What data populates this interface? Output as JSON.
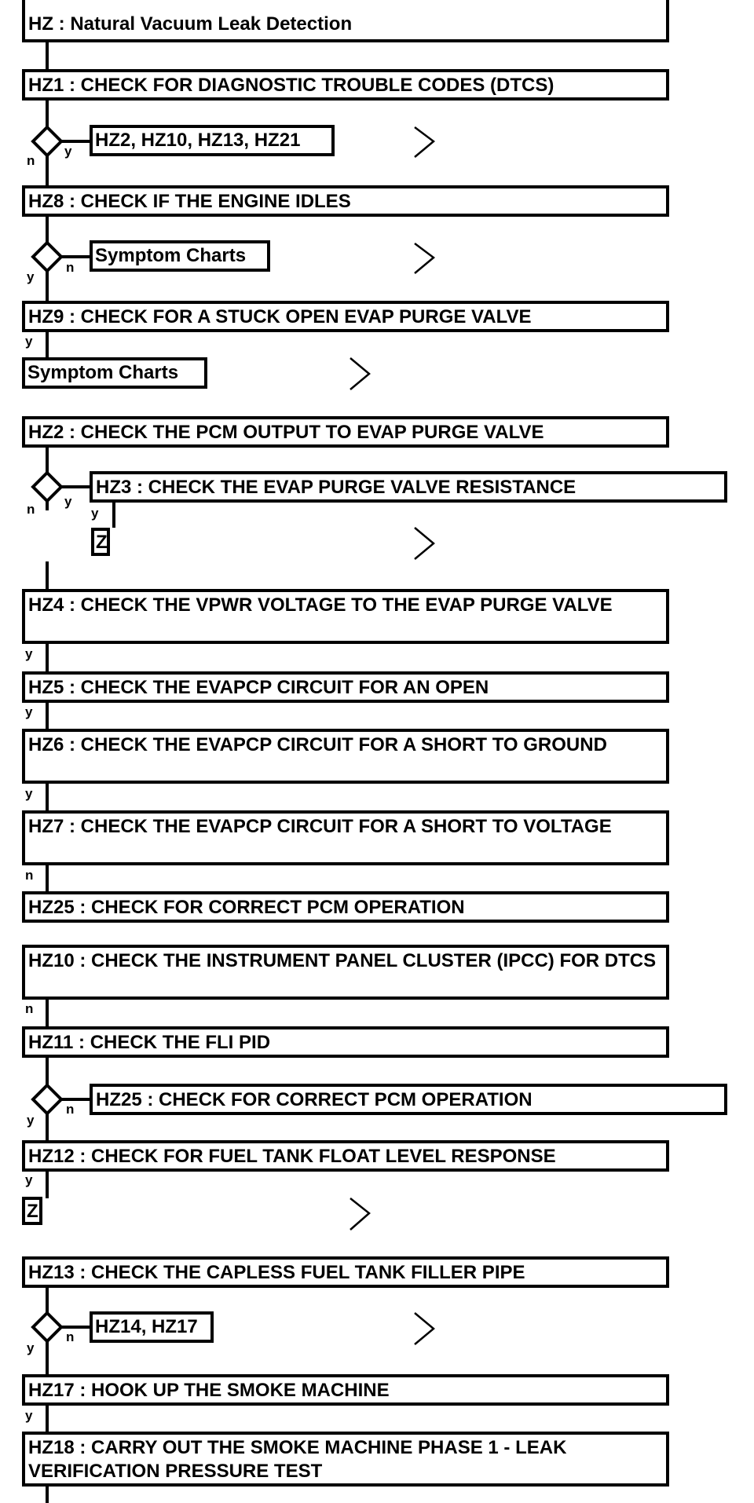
{
  "colors": {
    "line": "#000000",
    "background": "#ffffff"
  },
  "steps": {
    "hz_title": "HZ : Natural Vacuum Leak Detection",
    "hz1": "HZ1 : CHECK FOR DIAGNOSTIC TROUBLE CODES (DTCS)",
    "hz1_yes": "HZ2, HZ10, HZ13, HZ21",
    "hz8": "HZ8 : CHECK IF THE ENGINE IDLES",
    "hz8_no": "Symptom Charts",
    "hz9": "HZ9 : CHECK FOR A STUCK OPEN EVAP PURGE VALVE",
    "hz9_yes": "Symptom Charts",
    "hz2": "HZ2 : CHECK THE PCM OUTPUT TO EVAP PURGE VALVE",
    "hz3": "HZ3 : CHECK THE EVAP PURGE VALVE RESISTANCE",
    "hz3_yes": "Z",
    "hz4": "HZ4 : CHECK THE VPWR VOLTAGE TO THE EVAP PURGE VALVE",
    "hz5": "HZ5 : CHECK THE EVAPCP CIRCUIT FOR AN OPEN",
    "hz6": "HZ6 : CHECK THE EVAPCP CIRCUIT FOR A SHORT TO GROUND",
    "hz7": "HZ7 : CHECK THE EVAPCP CIRCUIT FOR A SHORT TO VOLTAGE",
    "hz25": "HZ25 : CHECK FOR CORRECT PCM OPERATION",
    "hz10": "HZ10 : CHECK THE INSTRUMENT PANEL CLUSTER (IPCC) FOR DTCS",
    "hz11": "HZ11 : CHECK THE FLI PID",
    "hz11_no": "HZ25 : CHECK FOR CORRECT PCM OPERATION",
    "hz12": "HZ12 : CHECK FOR FUEL TANK FLOAT LEVEL RESPONSE",
    "hz12_yes": "Z",
    "hz13": "HZ13 : CHECK THE CAPLESS FUEL TANK FILLER PIPE",
    "hz13_no": "HZ14, HZ17",
    "hz17": "HZ17 : HOOK UP THE SMOKE MACHINE",
    "hz18": "HZ18 : CARRY OUT THE SMOKE MACHINE PHASE 1 - LEAK VERIFICATION PRESSURE TEST"
  },
  "labels": {
    "yes": "y",
    "no": "n"
  }
}
